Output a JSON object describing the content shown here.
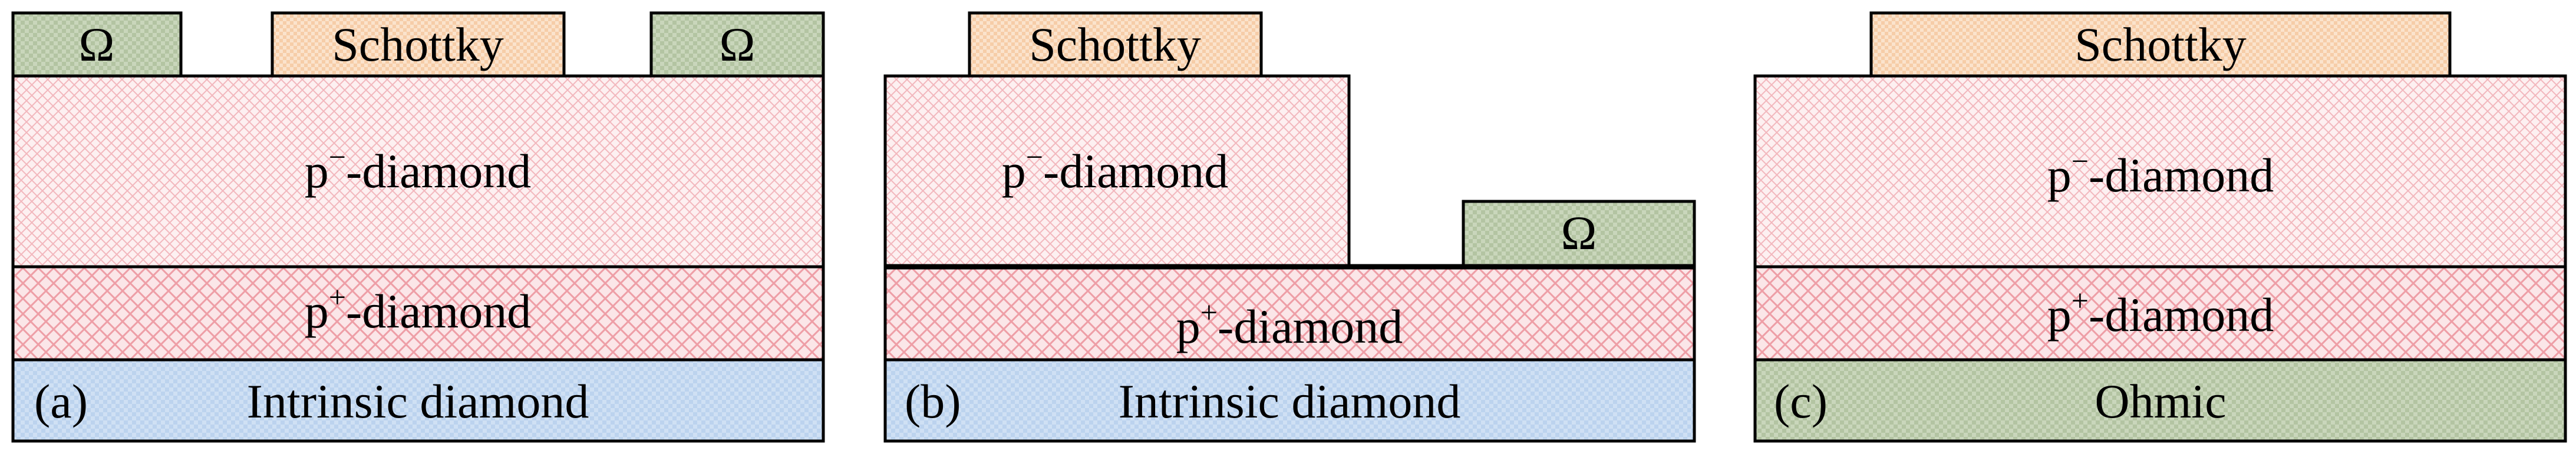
{
  "panels": [
    {
      "id": "a",
      "panel_label": "(a)",
      "schottky": "Schottky",
      "ohmic_left": "Ω",
      "ohmic_right": "Ω",
      "p_minus": {
        "base": "p",
        "sup": "−",
        "rest": "-diamond"
      },
      "p_plus": {
        "base": "p",
        "sup": "+",
        "rest": "-diamond"
      },
      "substrate": "Intrinsic diamond"
    },
    {
      "id": "b",
      "panel_label": "(b)",
      "schottky": "Schottky",
      "ohmic": "Ω",
      "p_minus": {
        "base": "p",
        "sup": "−",
        "rest": "-diamond"
      },
      "p_plus": {
        "base": "p",
        "sup": "+",
        "rest": "-diamond"
      },
      "substrate": "Intrinsic diamond"
    },
    {
      "id": "c",
      "panel_label": "(c)",
      "schottky": "Schottky",
      "p_minus": {
        "base": "p",
        "sup": "−",
        "rest": "-diamond"
      },
      "p_plus": {
        "base": "p",
        "sup": "+",
        "rest": "-diamond"
      },
      "substrate": "Ohmic"
    }
  ],
  "colors": {
    "p_minus_fill": "#fdf0f1",
    "p_minus_hatch": "#f2b7bd",
    "p_plus_fill": "#fbe6e8",
    "p_plus_hatch": "#ee9ea6",
    "schottky_fill": "#fbe3cc",
    "schottky_hatch": "#f3b988",
    "ohmic_fill": "#c9d6bb",
    "ohmic_hatch": "#97ab84",
    "intrinsic_fill": "#cfe0f4",
    "intrinsic_hatch": "#9ebcdf",
    "outline": "#000000"
  }
}
